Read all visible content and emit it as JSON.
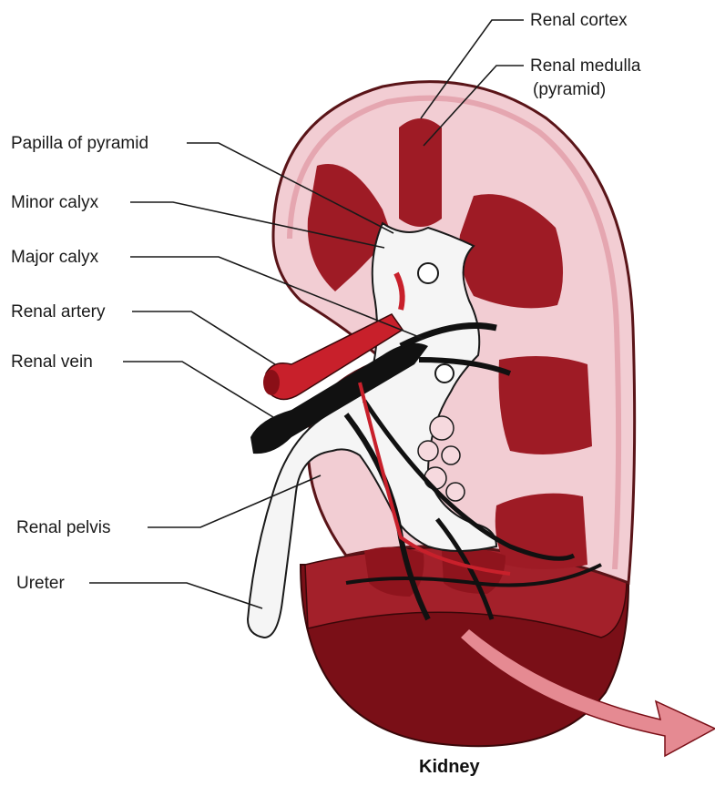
{
  "labels": {
    "renal_cortex": "Renal cortex",
    "renal_medulla_line1": "Renal medulla",
    "renal_medulla_line2": "(pyramid)",
    "papilla": "Papilla of pyramid",
    "minor_calyx": "Minor calyx",
    "major_calyx": "Major calyx",
    "renal_artery": "Renal artery",
    "renal_vein": "Renal vein",
    "renal_pelvis": "Renal pelvis",
    "ureter": "Ureter"
  },
  "caption": "Kidney",
  "colors": {
    "cortex": "#f3d3d8",
    "pyramid": "#9e1b25",
    "artery": "#c8202b",
    "vein": "#111111",
    "pelvis": "#f4f4f4",
    "outline": "#5a1418",
    "arrow": "#e58a92"
  }
}
